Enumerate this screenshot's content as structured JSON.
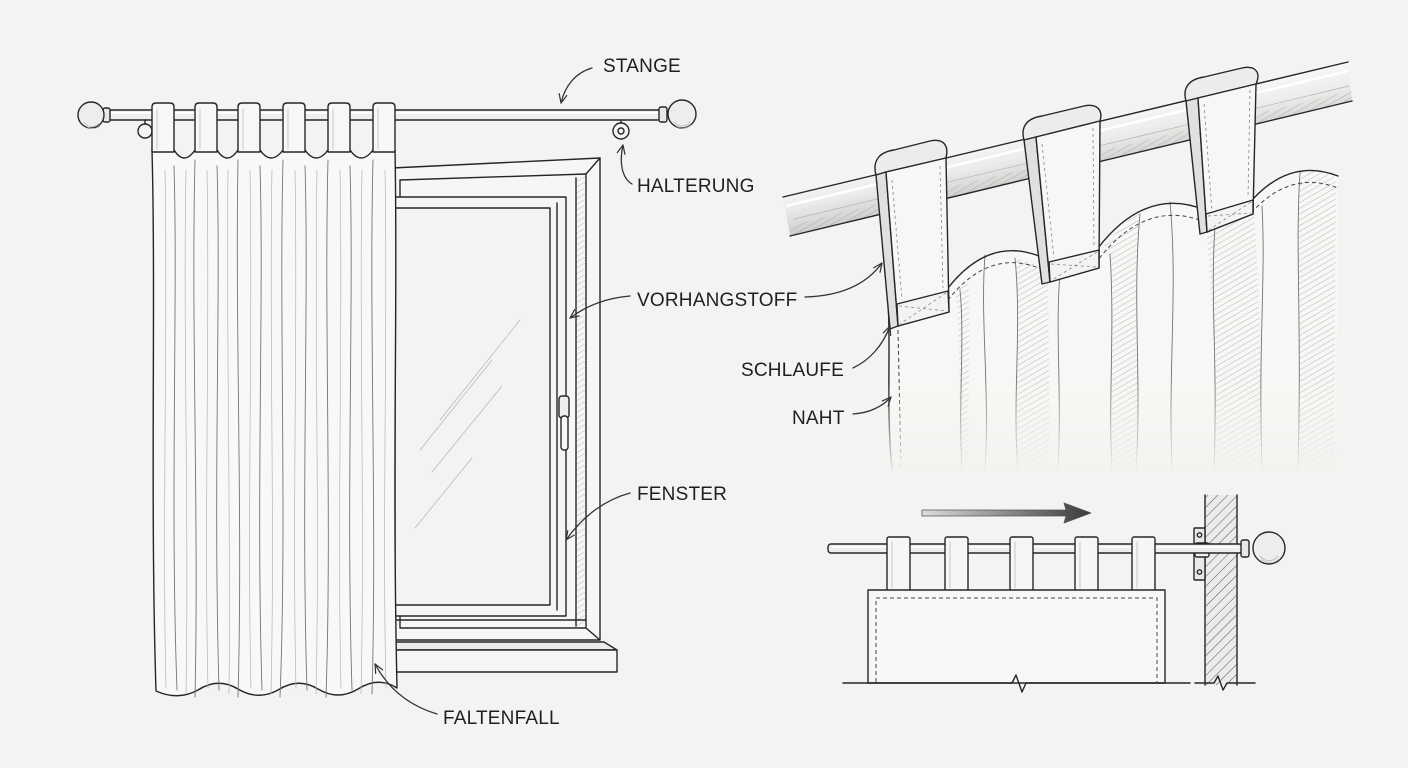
{
  "labels": {
    "stange": "STANGE",
    "halterung": "HALTERUNG",
    "vorhangstoff": "VORHANGSTOFF",
    "fenster": "FENSTER",
    "faltenfall": "FALTENFALL",
    "schlaufe": "SCHLAUFE",
    "naht": "NAHT"
  },
  "colors": {
    "paper": "#f3f3f1",
    "ink": "#262626"
  }
}
